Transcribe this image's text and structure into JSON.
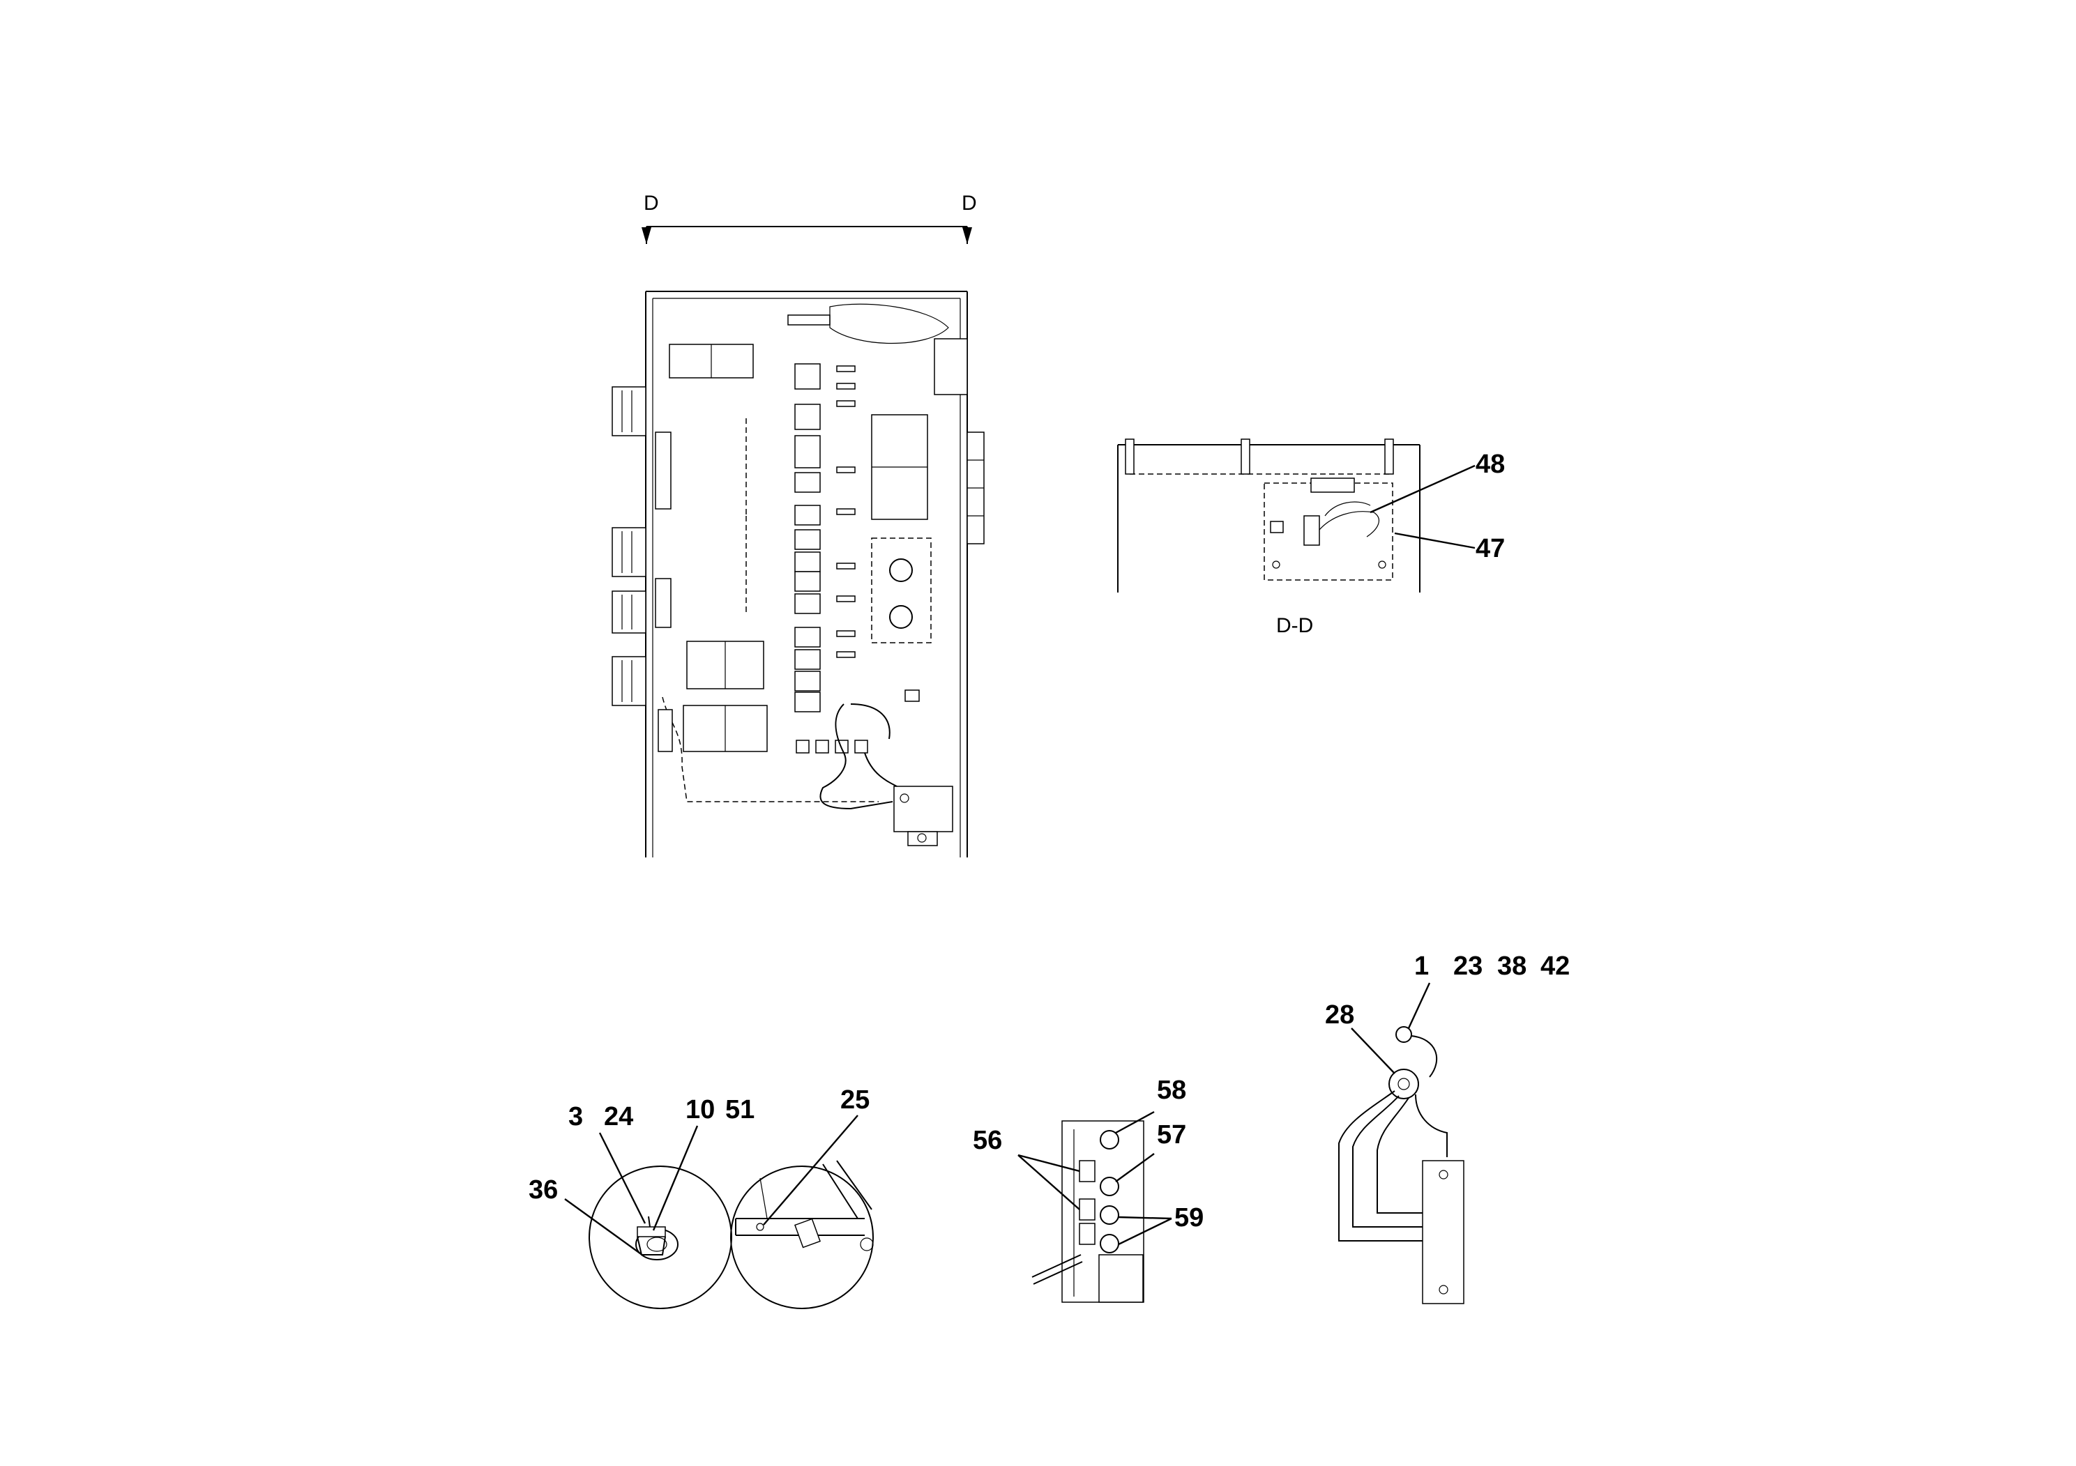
{
  "section_markers": {
    "left_d": "D",
    "right_d": "D",
    "section_view_label": "D-D"
  },
  "callouts": {
    "c48": "48",
    "c47": "47",
    "c1": "1",
    "c23": "23",
    "c38": "38",
    "c42": "42",
    "c28": "28",
    "c58": "58",
    "c57": "57",
    "c56": "56",
    "c59": "59",
    "c3": "3",
    "c24": "24",
    "c10": "10",
    "c51": "51",
    "c25": "25",
    "c36": "36"
  },
  "colors": {
    "ink": "#000000",
    "background": "#ffffff"
  }
}
